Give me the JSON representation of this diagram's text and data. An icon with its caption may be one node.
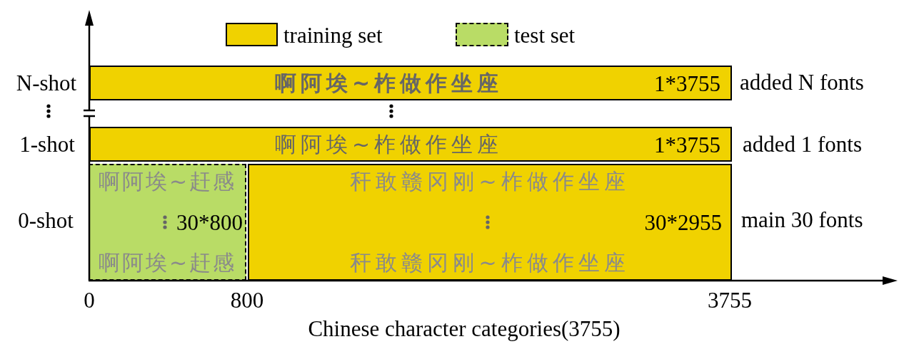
{
  "diagram": {
    "nodes": [
      {
        "text": [
          "啊阿埃~柞做作坐座",
          "1*3755"
        ]
      },
      {
        "text": [
          "啊阿埃~柞做作坐座",
          "1*3755"
        ]
      },
      {
        "text": [
          "啊阿埃~赶感",
          "30*800",
          "啊阿埃~赶感"
        ]
      },
      {
        "text": [
          "秆敢赣冈刚~柞做作坐座",
          "30*2955",
          "秆敢赣冈刚~柞做作坐座"
        ]
      }
    ],
    "labels": [
      "N-shot",
      "added N fonts",
      "1-shot",
      "added 1 fonts",
      "0-shot",
      "main 30 fonts",
      "0",
      "800",
      "3755",
      "Chinese character categories(3755)"
    ],
    "legend": [
      {
        "text": "training set",
        "color": "#f0d200"
      },
      {
        "text": "test set",
        "color": "#b9dc66"
      }
    ]
  }
}
